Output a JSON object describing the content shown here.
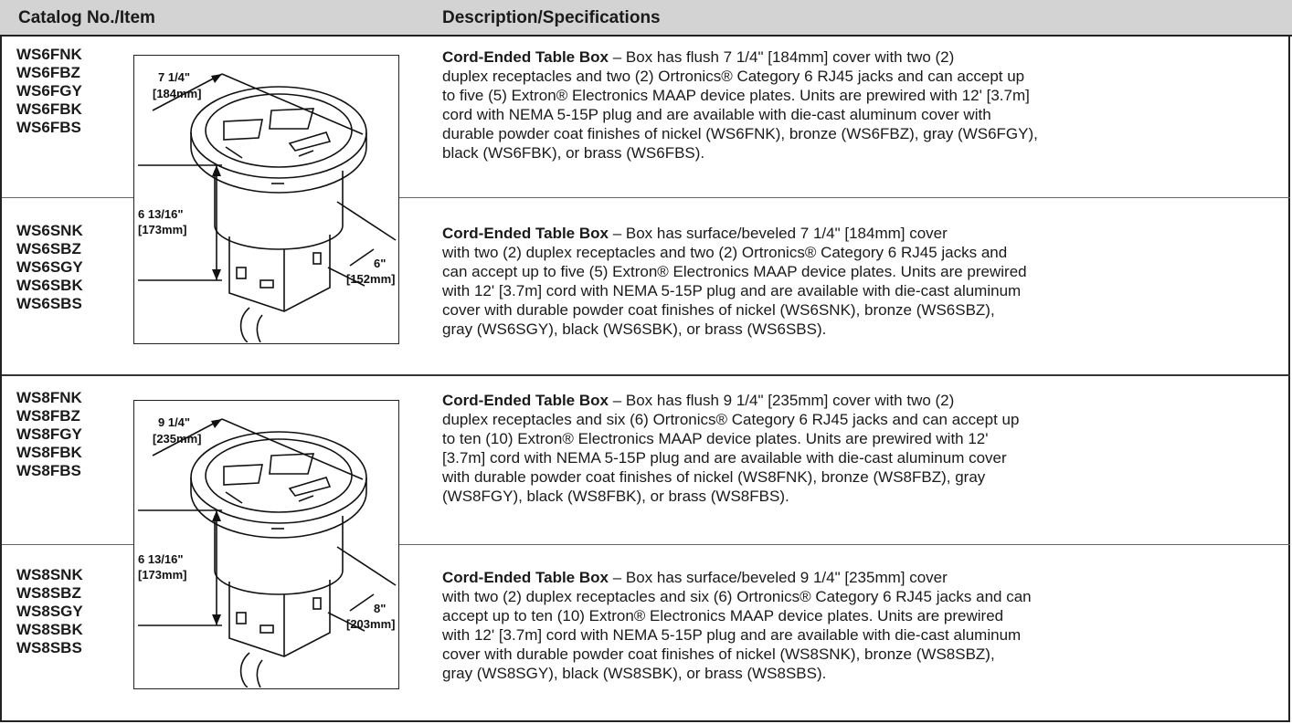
{
  "header": {
    "col1": "Catalog No./Item",
    "col2": "Description/Specifications"
  },
  "rows": [
    {
      "codes": [
        "WS6FNK",
        "WS6FBZ",
        "WS6FGY",
        "WS6FBK",
        "WS6FBS"
      ],
      "title": "Cord-Ended Table Box",
      "dash": " – ",
      "lines": [
        "Box has flush 7 1/4\" [184mm] cover with two (2)",
        "duplex receptacles and two (2) Ortronics® Category 6 RJ45 jacks and can accept up",
        "to five (5) Extron® Electronics MAAP device plates. Units are prewired with 12' [3.7m]",
        "cord with NEMA 5-15P plug and are available with die-cast aluminum cover with",
        "durable powder coat finishes of nickel (WS6FNK), bronze (WS6FBZ), gray (WS6FGY),",
        "black (WS6FBK), or brass (WS6FBS)."
      ]
    },
    {
      "codes": [
        "WS6SNK",
        "WS6SBZ",
        "WS6SGY",
        "WS6SBK",
        "WS6SBS"
      ],
      "title": "Cord-Ended Table Box",
      "dash": " – ",
      "lines": [
        "Box has surface/beveled 7 1/4\" [184mm] cover",
        "with two (2) duplex receptacles and two (2) Ortronics® Category 6 RJ45 jacks and",
        "can accept up to five (5) Extron® Electronics MAAP device plates. Units are prewired",
        "with 12' [3.7m] cord with NEMA 5-15P plug and are available with die-cast aluminum",
        "cover with durable powder coat finishes of nickel (WS6SNK), bronze (WS6SBZ),",
        "gray (WS6SGY), black (WS6SBK), or brass (WS6SBS)."
      ]
    },
    {
      "codes": [
        "WS8FNK",
        "WS8FBZ",
        "WS8FGY",
        "WS8FBK",
        "WS8FBS"
      ],
      "title": "Cord-Ended Table Box",
      "dash": " – ",
      "lines": [
        "Box has flush 9 1/4\" [235mm] cover with two (2)",
        "duplex receptacles and six (6) Ortronics® Category 6 RJ45 jacks and can accept up",
        "to ten (10) Extron® Electronics MAAP device plates. Units are prewired with 12'",
        "[3.7m] cord with NEMA 5-15P plug and are available with die-cast aluminum cover",
        "with durable powder coat finishes of nickel (WS8FNK), bronze (WS8FBZ), gray",
        "(WS8FGY), black (WS8FBK), or brass (WS8FBS)."
      ]
    },
    {
      "codes": [
        "WS8SNK",
        "WS8SBZ",
        "WS8SGY",
        "WS8SBK",
        "WS8SBS"
      ],
      "title": "Cord-Ended Table Box",
      "dash": " – ",
      "lines": [
        "Box has surface/beveled 9 1/4\" [235mm] cover",
        "with two (2) duplex receptacles and six (6) Ortronics® Category 6 RJ45 jacks and can",
        "accept up to ten (10) Extron® Electronics MAAP device plates. Units are prewired",
        "with 12' [3.7m] cord with NEMA 5-15P plug and are available with die-cast aluminum",
        "cover with durable powder coat finishes of nickel (WS8SNK), bronze (WS8SBZ),",
        "gray (WS8SGY), black (WS8SBK), or brass (WS8SBS)."
      ]
    }
  ],
  "drawings": [
    {
      "cover": "7 1/4\"",
      "cover_mm": "[184mm]",
      "height": "6 13/16\"",
      "height_mm": "[173mm]",
      "depth": "6\"",
      "depth_mm": "[152mm]"
    },
    {
      "cover": "9 1/4\"",
      "cover_mm": "[235mm]",
      "height": "6 13/16\"",
      "height_mm": "[173mm]",
      "depth": "8\"",
      "depth_mm": "[203mm]"
    }
  ]
}
